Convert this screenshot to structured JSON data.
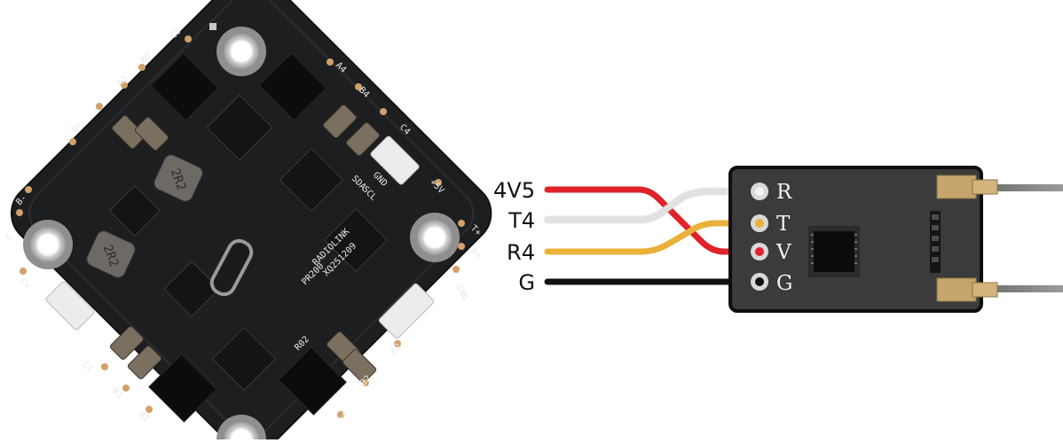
{
  "flight_controller": {
    "silkscreen": {
      "pads": [
        "C3",
        "B3",
        "A3",
        "B+",
        "B-",
        "C-",
        "C+",
        "C1",
        "B1",
        "A1",
        "A4",
        "B4",
        "C4",
        "+5V",
        "T+",
        "R+",
        "GND",
        "A2",
        "B2",
        "C2"
      ],
      "chips": [
        "2R2",
        "2R2"
      ],
      "labels": [
        "SDA",
        "SCL",
        "GND"
      ],
      "board_text": [
        "RADIOLINK",
        "XQ251209",
        "PR200",
        "R02"
      ]
    }
  },
  "wires": [
    {
      "label": "4V5",
      "color": "#e0222a"
    },
    {
      "label": "T4",
      "color": "#f4f4f4"
    },
    {
      "label": "R4",
      "color": "#e9b13a"
    },
    {
      "label": "G",
      "color": "#111111"
    }
  ],
  "receiver": {
    "pins": [
      "R",
      "T",
      "V",
      "G"
    ],
    "body_color": "#3b3b3b"
  }
}
